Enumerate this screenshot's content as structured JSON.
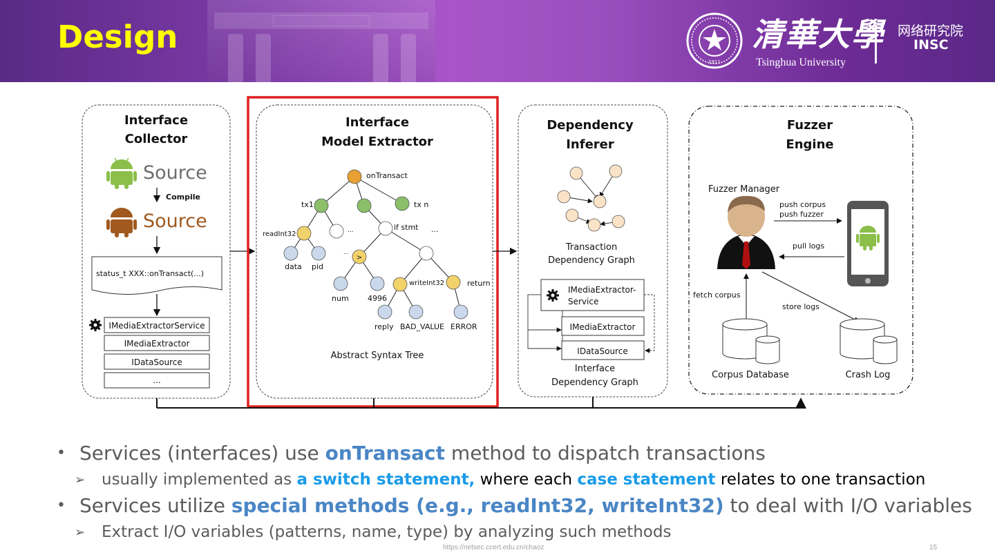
{
  "header": {
    "title": "Design",
    "university_cn": "清華大學",
    "university_en": "Tsinghua University",
    "institute_cn": "网络研究院",
    "institute_en": "INSC",
    "seal_year_text": "1911"
  },
  "diagram": {
    "collector": {
      "title_line1": "Interface",
      "title_line2": "Collector",
      "source_label": "Source",
      "compile_label": "Compile",
      "code_snippet": "status_t XXX::onTransact(...)",
      "interfaces": [
        "IMediaExtractorService",
        "IMediaExtractor",
        "IDataSource",
        "..."
      ]
    },
    "extractor": {
      "title_line1": "Interface",
      "title_line2": "Model Extractor",
      "caption": "Abstract Syntax Tree",
      "nodes": {
        "root": "onTransact",
        "tx1": "tx1",
        "txn": "tx n",
        "dots1": "...",
        "dots2": "...",
        "dots3": "...",
        "readint": "readInt32",
        "ifstmt": "if stmt",
        "gt": ">",
        "data": "data",
        "pid": "pid",
        "num": "num",
        "n4996": "4996",
        "writeint": "writeInt32",
        "ret": "return",
        "reply": "reply",
        "badvalue": "BAD_VALUE",
        "error": "ERROR"
      }
    },
    "inferer": {
      "title_line1": "Dependency",
      "title_line2": "Inferer",
      "graph_caption_line1": "Transaction",
      "graph_caption_line2": "Dependency Graph",
      "box1_line1": "IMediaExtractor-",
      "box1_line2": "Service",
      "box2": "IMediaExtractor",
      "box3": "IDataSource",
      "caption2_line1": "Interface",
      "caption2_line2": "Dependency Graph"
    },
    "fuzzer": {
      "title_line1": "Fuzzer",
      "title_line2": "Engine",
      "manager": "Fuzzer Manager",
      "push_corpus": "push corpus",
      "push_fuzzer": "push fuzzer",
      "pull_logs": "pull logs",
      "fetch_corpus": "fetch corpus",
      "store_logs": "store logs",
      "corpus_db": "Corpus Database",
      "crash_log": "Crash Log"
    },
    "colors": {
      "android_green": "#8bbf4a",
      "android_brown": "#a0591f",
      "highlight_box": "#e02020",
      "node_orange": "#e8a033",
      "node_green": "#8cbf6a",
      "node_yellow": "#f2d26a",
      "node_blue": "#c9d8ea",
      "node_peach": "#fbe3c7"
    }
  },
  "bullets": {
    "b1_pre": "Services (interfaces) use ",
    "b1_hl": "onTransact",
    "b1_post": " method to dispatch transactions",
    "b1a_pre": "usually implemented as ",
    "b1a_hl": "a switch statement,",
    "b1a_mid": " where each ",
    "b1a_hl2": "case statement",
    "b1a_post": " relates to one transaction",
    "b2_pre": "Services utilize ",
    "b2_hl": "special methods (e.g., readInt32, writeInt32)",
    "b2_post": " to deal with I/O variables",
    "b2a": "Extract I/O variables (patterns, name, type) by analyzing such methods",
    "bullet_symbol": "•",
    "sub_symbol": "➢"
  },
  "footer": {
    "url": "https://netsec.ccert.edu.cn/chaoz",
    "page": "15"
  }
}
